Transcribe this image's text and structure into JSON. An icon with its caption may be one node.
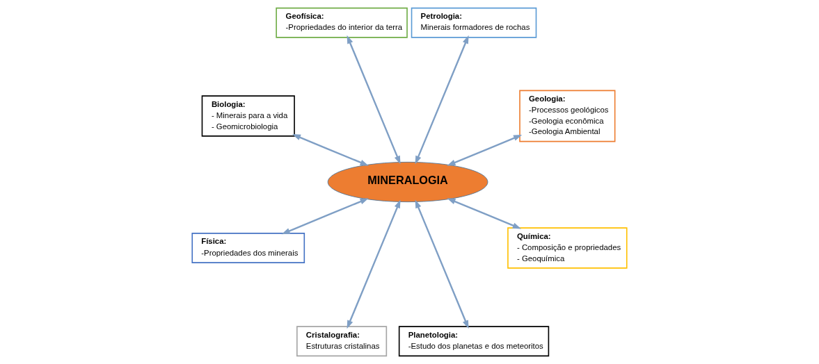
{
  "diagram": {
    "nodes": [
      {
        "text": [
          "Geologia:",
          "-Processos geológicos",
          "-Geologia econômica",
          "-Geologia Ambiental"
        ]
      },
      {
        "text": [
          "Petrologia:",
          "Minerais formadores de rochas"
        ]
      },
      {
        "text": [
          "Geofísica:",
          "-Propriedades do interior da terra"
        ]
      },
      {
        "text": [
          "Biologia:",
          "- Minerais para a vida",
          "- Geomicrobiologia"
        ]
      },
      {
        "text": [
          "MINERALOGIA"
        ]
      },
      {
        "text": [
          "Física:",
          "-Propriedades dos minerais"
        ]
      },
      {
        "text": [
          "Cristalografia:",
          "Estruturas cristalinas"
        ]
      },
      {
        "text": [
          "Planetologia:",
          "-Estudo dos planetas e dos meteoritos"
        ]
      },
      {
        "text": [
          "Química:",
          "- Composição e propriedades",
          "- Geoquímica"
        ]
      }
    ],
    "edges": [
      {
        "from": 4,
        "to": 0,
        "arrow": "both"
      },
      {
        "from": 4,
        "to": 1,
        "arrow": "both"
      },
      {
        "from": 4,
        "to": 2,
        "arrow": "both"
      },
      {
        "from": 4,
        "to": 3,
        "arrow": "both"
      },
      {
        "from": 4,
        "to": 5,
        "arrow": "both"
      },
      {
        "from": 4,
        "to": 6,
        "arrow": "both"
      },
      {
        "from": 4,
        "to": 7,
        "arrow": "both"
      },
      {
        "from": 4,
        "to": 8,
        "arrow": "both"
      }
    ]
  }
}
